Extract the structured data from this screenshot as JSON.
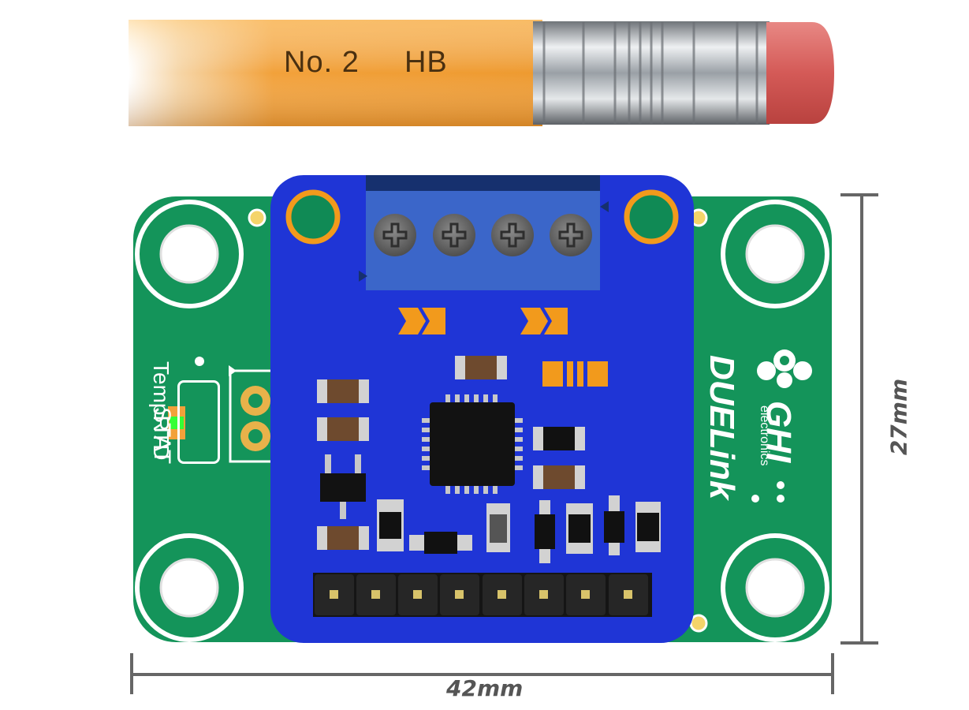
{
  "pencil": {
    "label_part1": "No. 2",
    "label_part2": "HB"
  },
  "board": {
    "silkscreen_stat": "STAT",
    "silkscreen_name": "TempRTD",
    "brand_ghi": "GHI",
    "brand_electronics": "electronics",
    "brand_duelink": "DUELink"
  },
  "dimensions": {
    "width_label": "42mm",
    "height_label": "27mm"
  },
  "colors": {
    "pcb_green": "#14945a",
    "module_blue": "#1f35d6",
    "terminal_blue": "#3b66c9",
    "pad_orange": "#f29a1c",
    "pencil_wood": "#f2a13a",
    "eraser": "#d9615e",
    "dimension_gray": "#666666"
  }
}
